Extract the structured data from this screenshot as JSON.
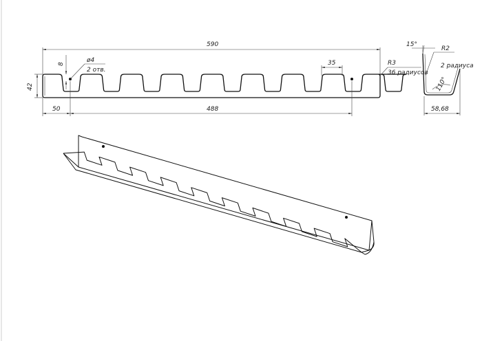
{
  "drawing": {
    "dimensions": {
      "overall_length": "590",
      "height": "42",
      "left_offset": "50",
      "hole_spacing": "488",
      "hole_diameter": "ø4",
      "hole_count": "2 отв.",
      "notch_edge": "8",
      "notch_width": "35",
      "radius_main": "R3",
      "radius_count": "36 радиусов",
      "bend_angle": "15°",
      "radius_section": "R2",
      "radius_section_count": "2 радиуса",
      "section_angle": "110°",
      "section_width": "58,68"
    },
    "notch_count": 9
  },
  "colors": {
    "line": "#111111",
    "background": "#ffffff"
  }
}
